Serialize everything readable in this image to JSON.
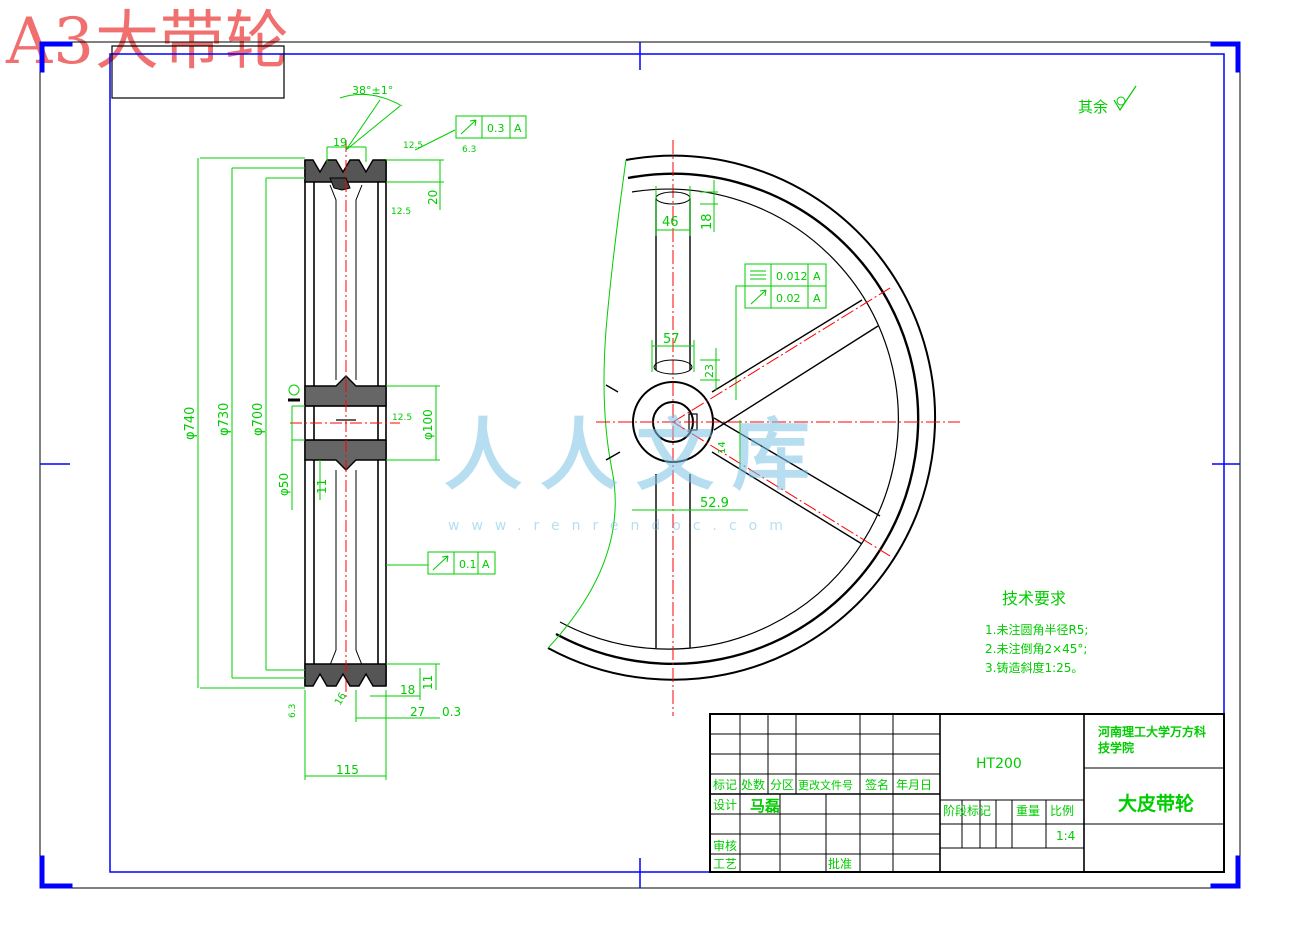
{
  "page_title": "A3大带轮",
  "dims": {
    "angle": "38°±1°",
    "groove_pitch": "19",
    "rough_top": "12.5",
    "rough_63": "6.3",
    "tol_runout_1": "0.3",
    "datum": "A",
    "dim_20": "20",
    "rough_rim": "12.5",
    "d740": "φ740",
    "d730": "φ730",
    "d700": "φ700",
    "d50": "φ50",
    "d100": "φ100",
    "hub_rough": "12.5",
    "dim_11a": "11",
    "dim_11b": "11",
    "tol_runout_2": "0.1",
    "dim_16": "16",
    "dim_18": "18",
    "dim_27": "27",
    "tol_27": "0.3",
    "dim_115": "115",
    "spoke_46": "46",
    "spoke_18": "18",
    "spoke_57": "57",
    "spoke_23": "23",
    "key_529": "52.9",
    "key_14": "14",
    "sym_tol": "0.012",
    "run_tol": "0.02",
    "rest_rough": "其余"
  },
  "tech_req": {
    "title": "技术要求",
    "items": [
      "1.未注圆角半径R5;",
      "2.未注倒角2×45°;",
      "3.铸造斜度1:25。"
    ]
  },
  "title_block": {
    "material": "HT200",
    "school_line1": "河南理工大学万方科",
    "school_line2": "技学院",
    "part_name": "大皮带轮",
    "col_mark": "标记",
    "col_count": "处数",
    "col_zone": "分区",
    "col_change": "更改文件号",
    "col_sign": "签名",
    "col_date": "年月日",
    "row_design": "设计",
    "designer": "马磊",
    "row_check": "审核",
    "row_process": "工艺",
    "row_approve": "批准",
    "stage": "阶段标记",
    "weight": "重量",
    "scale_label": "比例",
    "scale": "1:4"
  },
  "watermark": {
    "text": "人人文库",
    "url": "www.renrendoc.com"
  },
  "colors": {
    "dimension": "#00cc00",
    "frame": "#0000ff",
    "center": "#ff0000",
    "outline": "#000000",
    "title_text": "#f07070"
  }
}
